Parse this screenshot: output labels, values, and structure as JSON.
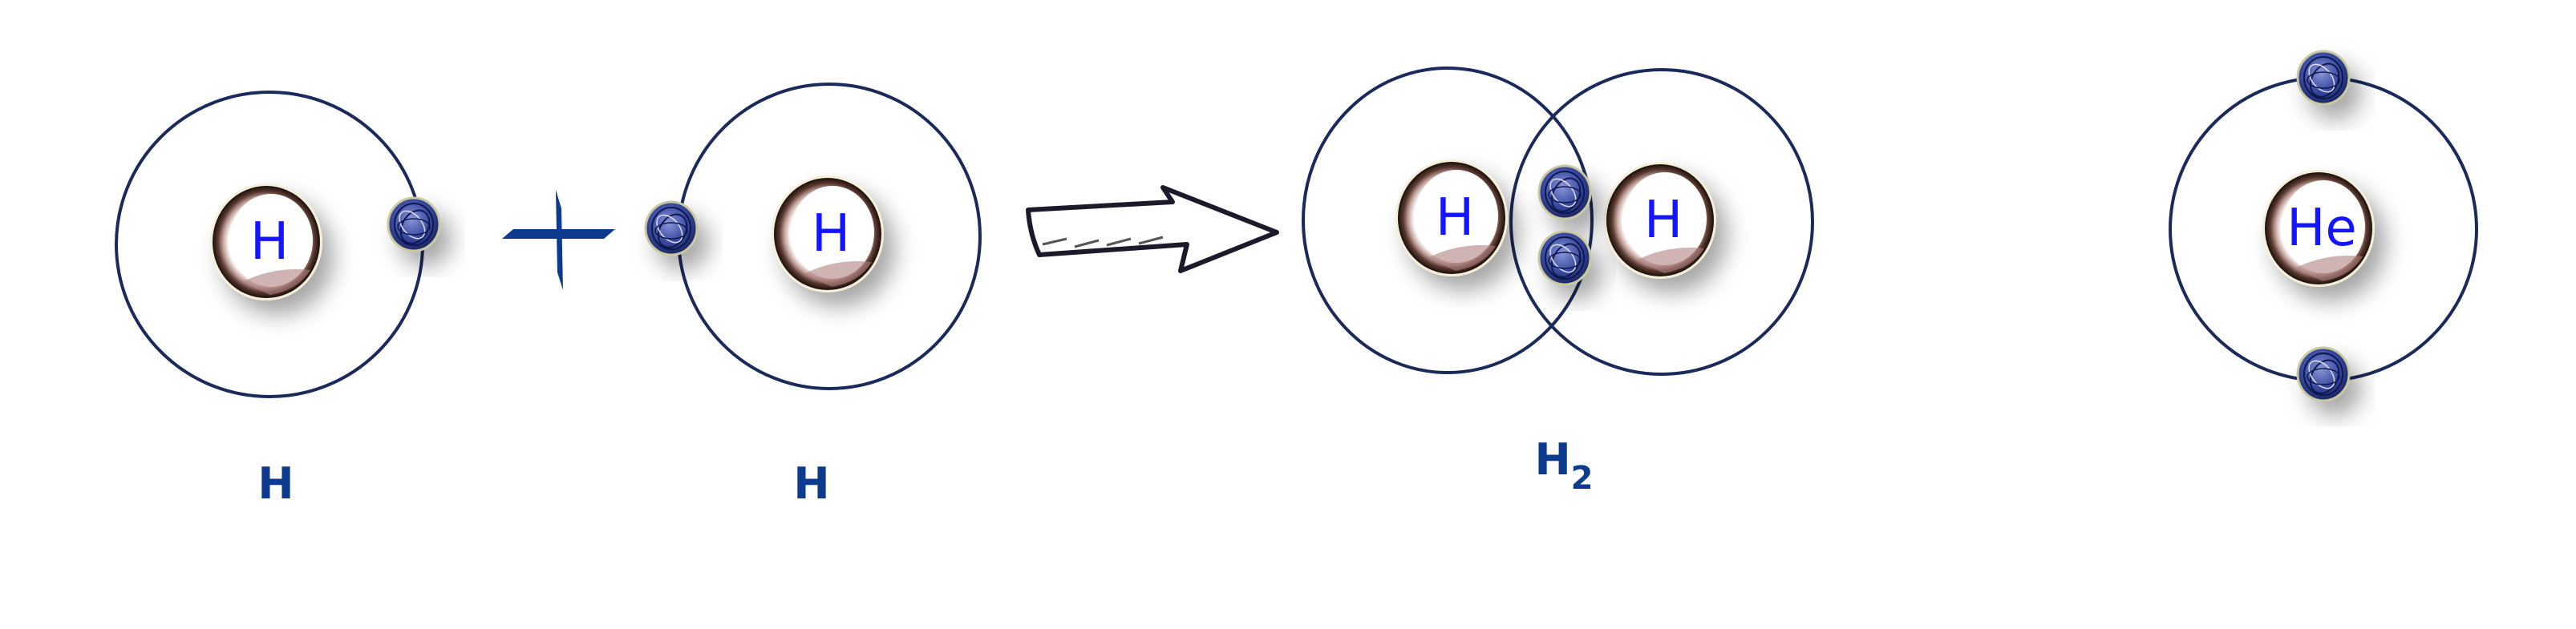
{
  "nuclei": {
    "h1": "H",
    "h2": "H",
    "h2_left": "H",
    "h2_right": "H",
    "he": "He"
  },
  "labels": {
    "h1": "H",
    "h2": "H",
    "molecule": "H",
    "molecule_subscript": "2"
  },
  "symbols": {
    "plus": "plus-sign",
    "arrow": "reaction-arrow"
  },
  "colors": {
    "orbit": "#1a2a5a",
    "electron": "#3a4aa0",
    "nucleus_letter": "#1414ff",
    "label": "#0c3a8c"
  }
}
